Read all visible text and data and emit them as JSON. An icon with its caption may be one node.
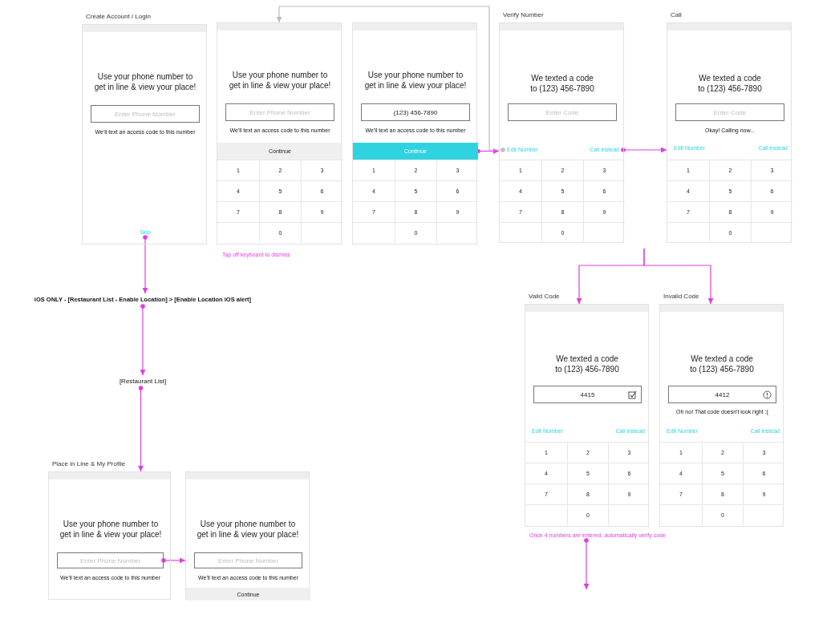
{
  "diagram": {
    "nodes": [
      {
        "text": [
          "Create Account / Login"
        ]
      },
      {
        "text": [
          "Enter Phone Number"
        ],
        "in": 0
      },
      {
        "text": [
          "Skip"
        ],
        "in": 0
      },
      {
        "text": [],
        "shape": "box"
      },
      {
        "text": [
          "Enter Phone Number"
        ],
        "in": 3
      },
      {
        "text": [
          "Continue"
        ],
        "in": 3
      },
      {
        "text": [
          "1"
        ],
        "in": 3
      },
      {
        "text": [
          "2"
        ],
        "in": 3
      },
      {
        "text": [
          "3"
        ],
        "in": 3
      },
      {
        "text": [
          "4"
        ],
        "in": 3
      },
      {
        "text": [
          "5"
        ],
        "in": 3
      },
      {
        "text": [
          "6"
        ],
        "in": 3
      },
      {
        "text": [
          "7"
        ],
        "in": 3
      },
      {
        "text": [
          "8"
        ],
        "in": 3
      },
      {
        "text": [
          "9"
        ],
        "in": 3
      },
      {
        "text": [],
        "shape": "box",
        "in": 3
      },
      {
        "text": [
          "0"
        ],
        "in": 3
      },
      {
        "text": [],
        "shape": "box",
        "in": 3
      },
      {
        "text": [],
        "shape": "box"
      },
      {
        "text": [
          "(123) 456-7890"
        ],
        "in": 18
      },
      {
        "text": [
          "Continue"
        ],
        "in": 18
      },
      {
        "text": [
          "1"
        ],
        "in": 18
      },
      {
        "text": [
          "2"
        ],
        "in": 18
      },
      {
        "text": [
          "3"
        ],
        "in": 18
      },
      {
        "text": [
          "4"
        ],
        "in": 18
      },
      {
        "text": [
          "5"
        ],
        "in": 18
      },
      {
        "text": [
          "6"
        ],
        "in": 18
      },
      {
        "text": [
          "7"
        ],
        "in": 18
      },
      {
        "text": [
          "8"
        ],
        "in": 18
      },
      {
        "text": [
          "9"
        ],
        "in": 18
      },
      {
        "text": [],
        "shape": "box",
        "in": 18
      },
      {
        "text": [
          "0"
        ],
        "in": 18
      },
      {
        "text": [],
        "shape": "box",
        "in": 18
      },
      {
        "text": [
          "Verify Number"
        ]
      },
      {
        "text": [
          "Enter Code"
        ],
        "in": 33
      },
      {
        "text": [
          "Edit Number"
        ],
        "in": 33
      },
      {
        "text": [
          "Call instead"
        ],
        "in": 33
      },
      {
        "text": [
          "1"
        ],
        "in": 33
      },
      {
        "text": [
          "2"
        ],
        "in": 33
      },
      {
        "text": [
          "3"
        ],
        "in": 33
      },
      {
        "text": [
          "4"
        ],
        "in": 33
      },
      {
        "text": [
          "5"
        ],
        "in": 33
      },
      {
        "text": [
          "6"
        ],
        "in": 33
      },
      {
        "text": [
          "7"
        ],
        "in": 33
      },
      {
        "text": [
          "8"
        ],
        "in": 33
      },
      {
        "text": [
          "9"
        ],
        "in": 33
      },
      {
        "text": [],
        "shape": "box",
        "in": 33
      },
      {
        "text": [
          "0"
        ],
        "in": 33
      },
      {
        "text": [],
        "shape": "box",
        "in": 33
      },
      {
        "text": [
          "Call"
        ]
      },
      {
        "text": [
          "Enter Code"
        ],
        "in": 49
      },
      {
        "text": [
          "1"
        ],
        "in": 49
      },
      {
        "text": [
          "2"
        ],
        "in": 49
      },
      {
        "text": [
          "3"
        ],
        "in": 49
      },
      {
        "text": [
          "4"
        ],
        "in": 49
      },
      {
        "text": [
          "5"
        ],
        "in": 49
      },
      {
        "text": [
          "6"
        ],
        "in": 49
      },
      {
        "text": [
          "7"
        ],
        "in": 49
      },
      {
        "text": [
          "8"
        ],
        "in": 49
      },
      {
        "text": [
          "9"
        ],
        "in": 49
      },
      {
        "text": [],
        "shape": "box",
        "in": 49
      },
      {
        "text": [
          "0"
        ],
        "in": 49
      },
      {
        "text": [],
        "shape": "box",
        "in": 49
      },
      {
        "text": [
          "iOS ONLY - [Restaurant List - Enable Location] > [Enable Location iOS alert]"
        ]
      },
      {
        "text": [
          "[Restaurant List]"
        ]
      },
      {
        "text": [
          "Valid Code"
        ]
      },
      {
        "text": [
          "4415"
        ],
        "in": 65
      },
      {
        "text": [
          "1"
        ],
        "in": 65
      },
      {
        "text": [
          "2"
        ],
        "in": 65
      },
      {
        "text": [
          "3"
        ],
        "in": 65
      },
      {
        "text": [
          "4"
        ],
        "in": 65
      },
      {
        "text": [
          "5"
        ],
        "in": 65
      },
      {
        "text": [
          "6"
        ],
        "in": 65
      },
      {
        "text": [
          "7"
        ],
        "in": 65
      },
      {
        "text": [
          "8"
        ],
        "in": 65
      },
      {
        "text": [
          "9"
        ],
        "in": 65
      },
      {
        "text": [],
        "shape": "box",
        "in": 65
      },
      {
        "text": [
          "0"
        ],
        "in": 65
      },
      {
        "text": [],
        "shape": "box",
        "in": 65
      },
      {
        "text": [
          "Invalid Code"
        ]
      },
      {
        "text": [
          "4412"
        ],
        "in": 79
      },
      {
        "text": [
          "1"
        ],
        "in": 79
      },
      {
        "text": [
          "2"
        ],
        "in": 79
      },
      {
        "text": [
          "3"
        ],
        "in": 79
      },
      {
        "text": [
          "4"
        ],
        "in": 79
      },
      {
        "text": [
          "5"
        ],
        "in": 79
      },
      {
        "text": [
          "6"
        ],
        "in": 79
      },
      {
        "text": [
          "7"
        ],
        "in": 79
      },
      {
        "text": [
          "8"
        ],
        "in": 79
      },
      {
        "text": [
          "9"
        ],
        "in": 79
      },
      {
        "text": [],
        "shape": "box",
        "in": 79
      },
      {
        "text": [
          "0"
        ],
        "in": 79
      },
      {
        "text": [],
        "shape": "box",
        "in": 79
      },
      {
        "text": [
          "Once 4 numbers are entered, automatically verify code"
        ]
      },
      {
        "text": [
          "Place in Line & My Profile"
        ]
      },
      {
        "text": [
          "Enter Phone Number"
        ],
        "in": 94
      },
      {
        "text": [],
        "shape": "box"
      },
      {
        "text": [
          "Enter Phone Number"
        ],
        "in": 96
      },
      {
        "text": [
          "Continue"
        ],
        "in": 96
      }
    ],
    "edges": [
      {
        "from": 20,
        "to": 33,
        "arrow": "to"
      },
      {
        "from": 36,
        "to": 49,
        "arrow": "to"
      },
      {
        "from": 35,
        "to": 3,
        "arrow": "to",
        "color": "#bdbdbd"
      },
      {
        "from": null,
        "to": 65,
        "arrow": "to"
      },
      {
        "from": null,
        "to": 79,
        "arrow": "to"
      },
      {
        "from": 2,
        "to": 63,
        "arrow": "to"
      },
      {
        "from": 63,
        "to": 64,
        "arrow": "to"
      },
      {
        "from": 64,
        "to": 94,
        "arrow": "to"
      },
      {
        "from": 95,
        "to": 96,
        "arrow": "to"
      },
      {
        "from": 93,
        "to": null,
        "arrow": "to"
      }
    ],
    "labels": [
      "Use your phone number to get in line & view your place!",
      "We'll text an access code to this number",
      "Use your phone number to get in line & view your place!",
      "We'll text an access code to this number",
      "Tap off keyboard to dismiss",
      "Use your phone number to get in line & view your place!",
      "We'll text an access code to this number",
      "We texted a code to (123) 456-7890",
      "We texted a code to (123) 456-7890",
      "Okay! Calling now...",
      "Edit Number",
      "Call instead",
      "We texted a code to (123) 456-7890",
      "Edit Number",
      "Call instead",
      "We texted a code to (123) 456-7890",
      "Oh no! That code doesn't look right :(",
      "Edit Number",
      "Call instead",
      "Use your phone number to get in line & view your place!",
      "We'll text an access code to this number",
      "Use your phone number to get in line & view your place!",
      "We'll text an access code to this number"
    ]
  }
}
